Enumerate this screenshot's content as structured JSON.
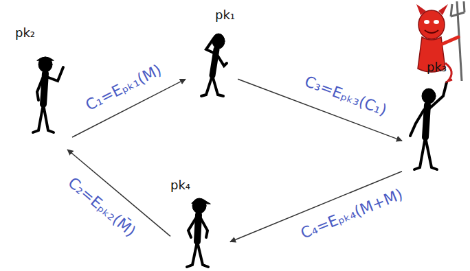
{
  "diagram": {
    "nodes": [
      {
        "text": [
          "pk₁"
        ]
      },
      {
        "text": [
          "pk₂"
        ]
      },
      {
        "text": [
          "pk₃"
        ]
      },
      {
        "text": [
          "pk₄"
        ]
      }
    ],
    "edges": [
      {
        "from": 1,
        "to": 0,
        "arrow": "to",
        "label": "C₁=Eₚₖ₁(M)"
      },
      {
        "from": 0,
        "to": 2,
        "arrow": "to",
        "label": "C₃=Eₚₖ₃(C₁)"
      },
      {
        "from": 2,
        "to": 3,
        "arrow": "to",
        "label": "C₄=Eₚₖ₄(M+M)"
      },
      {
        "from": 3,
        "to": 1,
        "arrow": "to",
        "label": "C₂=Eₚₖ₂(M̄)"
      }
    ]
  }
}
